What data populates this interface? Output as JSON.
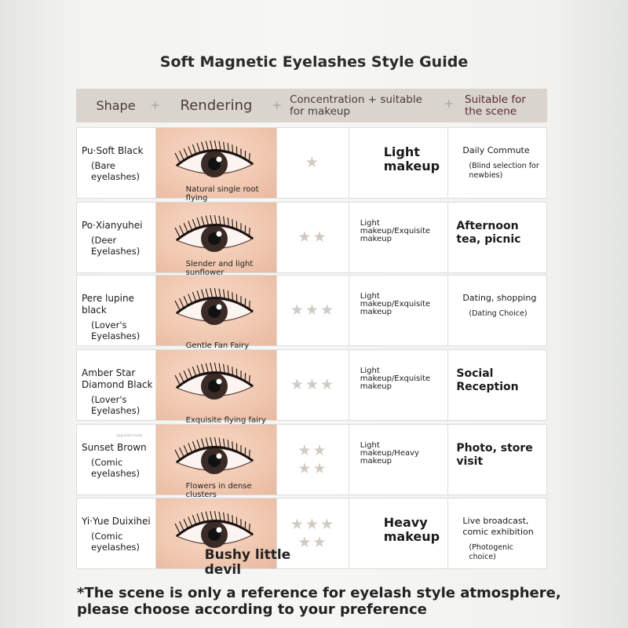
{
  "title": "Soft Magnetic Eyelashes Style Guide",
  "headers": [
    "Shape",
    "Rendering",
    "Concentration + suitable for makeup",
    "Suitable for the scene"
  ],
  "header_separator": "+",
  "star_glyph": "★",
  "rows": [
    {
      "name": "Pu·Soft Black",
      "type": "(Bare eyelashes)",
      "rendering": "Natural single root flying",
      "stars": 1,
      "makeup": "Light makeup",
      "makeup_big": true,
      "scene": "Daily Commute",
      "scene_note": "(Blind selection for newbies)",
      "scene_big": false
    },
    {
      "name": "Po·Xianyuhei",
      "type": "(Deer Eyelashes)",
      "rendering": "Slender and light sunflower",
      "stars": 2,
      "makeup": "Light makeup/Exquisite makeup",
      "makeup_big": false,
      "scene": "Afternoon tea, picnic",
      "scene_note": "",
      "scene_big": true
    },
    {
      "name": "Pere lupine black",
      "type": "(Lover's Eyelashes)",
      "rendering": "Gentle Fan Fairy",
      "stars": 3,
      "makeup": "Light makeup/Exquisite makeup",
      "makeup_big": false,
      "scene": "Dating, shopping",
      "scene_note": "(Dating Choice)",
      "scene_big": false
    },
    {
      "name": "Amber Star Diamond Black",
      "type": "(Lover's Eyelashes)",
      "rendering": "Exquisite flying fairy",
      "stars": 3,
      "makeup": "Light makeup/Exquisite makeup",
      "makeup_big": false,
      "scene": "Social Reception",
      "scene_note": "",
      "scene_big": true
    },
    {
      "name": "Sunset Brown",
      "type": "(Comic eyelashes)",
      "tag": "Upgraded model",
      "rendering": "Flowers in dense clusters",
      "stars": 4,
      "makeup": "Light makeup/Heavy makeup",
      "makeup_big": false,
      "scene": "Photo, store visit",
      "scene_note": "",
      "scene_big": true
    },
    {
      "name": "Yi·Yue Duixihei",
      "type": "(Comic eyelashes)",
      "rendering": "Bushy little devil",
      "rendering_big": true,
      "stars": 5,
      "makeup": "Heavy makeup",
      "makeup_big": true,
      "scene": "Live broadcast, comic exhibition",
      "scene_note": "(Photogenic choice)",
      "scene_big": false
    }
  ],
  "footnote": "*The scene is only a reference for eyelash style atmosphere, please choose according to your preference"
}
